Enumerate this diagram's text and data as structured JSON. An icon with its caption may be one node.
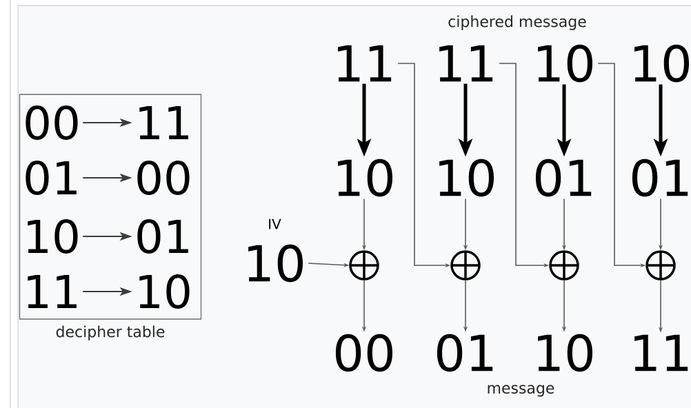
{
  "diagram": {
    "nodes": [
      {
        "text": [
          "decipher table"
        ]
      },
      {
        "text": [
          "00"
        ],
        "in": 0
      },
      {
        "text": [
          "11"
        ],
        "in": 0
      },
      {
        "text": [
          "01"
        ],
        "in": 0
      },
      {
        "text": [
          "00"
        ],
        "in": 0
      },
      {
        "text": [
          "10"
        ],
        "in": 0
      },
      {
        "text": [
          "01"
        ],
        "in": 0
      },
      {
        "text": [
          "11"
        ],
        "in": 0
      },
      {
        "text": [
          "10"
        ],
        "in": 0
      },
      {
        "text": [
          "10"
        ],
        "beside": [
          "IV"
        ]
      },
      {
        "text": [
          "11"
        ]
      },
      {
        "text": [
          "11"
        ]
      },
      {
        "text": [
          "10"
        ]
      },
      {
        "text": [
          "10"
        ]
      },
      {
        "text": [
          "10"
        ]
      },
      {
        "text": [
          "10"
        ]
      },
      {
        "text": [
          "01"
        ]
      },
      {
        "text": [
          "01"
        ]
      },
      {
        "text": [],
        "shape": "circle"
      },
      {
        "text": [],
        "shape": "circle"
      },
      {
        "text": [],
        "shape": "circle"
      },
      {
        "text": [],
        "shape": "circle"
      },
      {
        "text": [
          "00"
        ]
      },
      {
        "text": [
          "01"
        ]
      },
      {
        "text": [
          "10"
        ]
      },
      {
        "text": [
          "11"
        ]
      }
    ],
    "edges": [
      {
        "from": 1,
        "to": 2,
        "arrow": "to"
      },
      {
        "from": 3,
        "to": 4,
        "arrow": "to"
      },
      {
        "from": 5,
        "to": 6,
        "arrow": "to"
      },
      {
        "from": 7,
        "to": 8,
        "arrow": "to"
      },
      {
        "from": 10,
        "to": 14,
        "arrow": "to",
        "style": "thick"
      },
      {
        "from": 11,
        "to": 15,
        "arrow": "to",
        "style": "thick"
      },
      {
        "from": 12,
        "to": 16,
        "arrow": "to",
        "style": "thick"
      },
      {
        "from": 13,
        "to": 17,
        "arrow": "to",
        "style": "thick"
      },
      {
        "from": 14,
        "to": 18,
        "arrow": "to"
      },
      {
        "from": 15,
        "to": 19,
        "arrow": "to"
      },
      {
        "from": 16,
        "to": 20,
        "arrow": "to"
      },
      {
        "from": 17,
        "to": 21,
        "arrow": "to"
      },
      {
        "from": 9,
        "to": 18,
        "arrow": "to"
      },
      {
        "from": 10,
        "to": 19,
        "arrow": "to"
      },
      {
        "from": 11,
        "to": 20,
        "arrow": "to"
      },
      {
        "from": 12,
        "to": 21,
        "arrow": "to"
      },
      {
        "from": 18,
        "to": 22,
        "arrow": "to"
      },
      {
        "from": 19,
        "to": 23,
        "arrow": "to"
      },
      {
        "from": 20,
        "to": 24,
        "arrow": "to"
      },
      {
        "from": 21,
        "to": 25,
        "arrow": "to"
      }
    ],
    "labels": [
      "ciphered message",
      "message"
    ]
  }
}
